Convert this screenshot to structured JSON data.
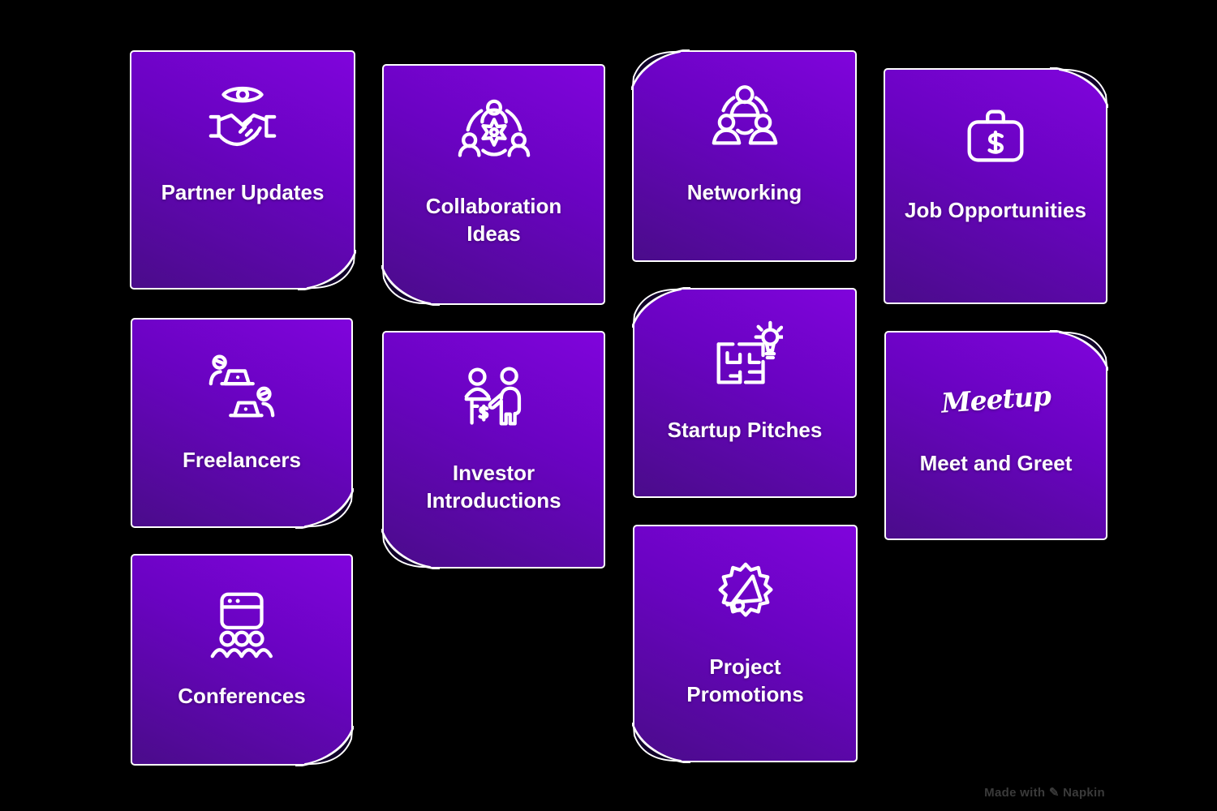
{
  "page": {
    "background": "#000000",
    "watermark": "Made with ✎ Napkin"
  },
  "theme": {
    "card_gradient_top": "#8004dc",
    "card_gradient_bottom": "#4a0c8a",
    "card_border": "#ffffff",
    "label_color": "#ffffff"
  },
  "cards": [
    {
      "label": "Partner Updates",
      "icon": "eye-handshake-icon",
      "curl_corner": "bottom-right"
    },
    {
      "label": "Collaboration Ideas",
      "icon": "team-gear-icon",
      "curl_corner": "bottom-left"
    },
    {
      "label": "Networking",
      "icon": "people-network-icon",
      "curl_corner": "top-left"
    },
    {
      "label": "Job Opportunities",
      "icon": "briefcase-dollar-icon",
      "curl_corner": "top-right"
    },
    {
      "label": "Freelancers",
      "icon": "remote-workers-icon",
      "curl_corner": "bottom-right"
    },
    {
      "label": "Investor Introductions",
      "icon": "investor-pitch-icon",
      "curl_corner": "bottom-left"
    },
    {
      "label": "Startup Pitches",
      "icon": "blueprint-lightbulb-icon",
      "curl_corner": "top-left"
    },
    {
      "label": "Meet and Greet",
      "icon": "meetup-logo",
      "logo_text": "Meetup",
      "curl_corner": "top-right"
    },
    {
      "label": "Conferences",
      "icon": "presentation-audience-icon",
      "curl_corner": "bottom-right"
    },
    {
      "label": "Project Promotions",
      "icon": "megaphone-burst-icon",
      "curl_corner": "bottom-left"
    }
  ]
}
